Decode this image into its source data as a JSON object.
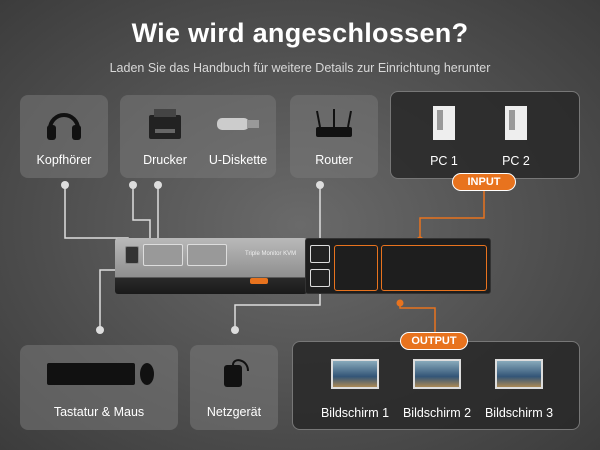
{
  "header": {
    "title": "Wie wird angeschlossen?",
    "subtitle": "Laden Sie das Handbuch für weitere Details zur Einrichtung herunter"
  },
  "top_devices": [
    {
      "label": "Kopfhörer",
      "icon": "headphones-icon"
    },
    {
      "label": "Drucker",
      "icon": "printer-icon"
    },
    {
      "label": "U-Diskette",
      "icon": "usb-stick-icon"
    },
    {
      "label": "Router",
      "icon": "router-icon"
    }
  ],
  "inputs": {
    "badge": "INPUT",
    "items": [
      {
        "label": "PC 1",
        "icon": "pc-tower-icon"
      },
      {
        "label": "PC 2",
        "icon": "pc-tower-icon"
      }
    ]
  },
  "bottom_devices": [
    {
      "label": "Tastatur & Maus",
      "icon": "keyboard-mouse-icon"
    },
    {
      "label": "Netzgerät",
      "icon": "power-adapter-icon"
    }
  ],
  "outputs": {
    "badge": "OUTPUT",
    "items": [
      {
        "label": "Bildschirm 1"
      },
      {
        "label": "Bildschirm 2"
      },
      {
        "label": "Bildschirm 3"
      }
    ]
  },
  "kvm": {
    "front_label": "Triple Monitor KVM"
  },
  "colors": {
    "accent": "#e8731e",
    "line": "#dddddd"
  }
}
